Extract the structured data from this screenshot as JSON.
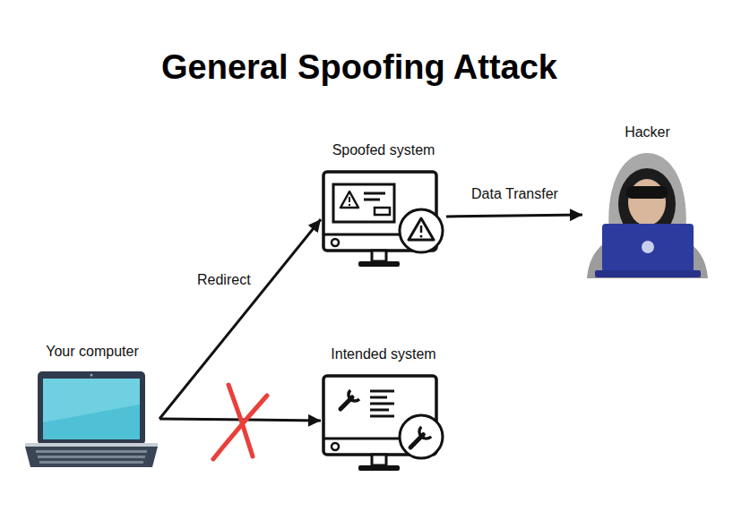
{
  "diagram": {
    "title": "General Spoofing Attack",
    "nodes": [
      {
        "text": [
          "Spoofed system"
        ]
      },
      {
        "text": [
          "Hacker"
        ]
      },
      {
        "text": [
          "Your computer"
        ]
      },
      {
        "text": [
          "Intended system"
        ]
      }
    ],
    "edges": [
      {
        "from": 2,
        "to": 0,
        "label": "Redirect",
        "arrow": "to"
      },
      {
        "from": 2,
        "to": 3,
        "arrow": "to"
      },
      {
        "from": 0,
        "to": 1,
        "label": "Data Transfer",
        "arrow": "to"
      }
    ]
  }
}
